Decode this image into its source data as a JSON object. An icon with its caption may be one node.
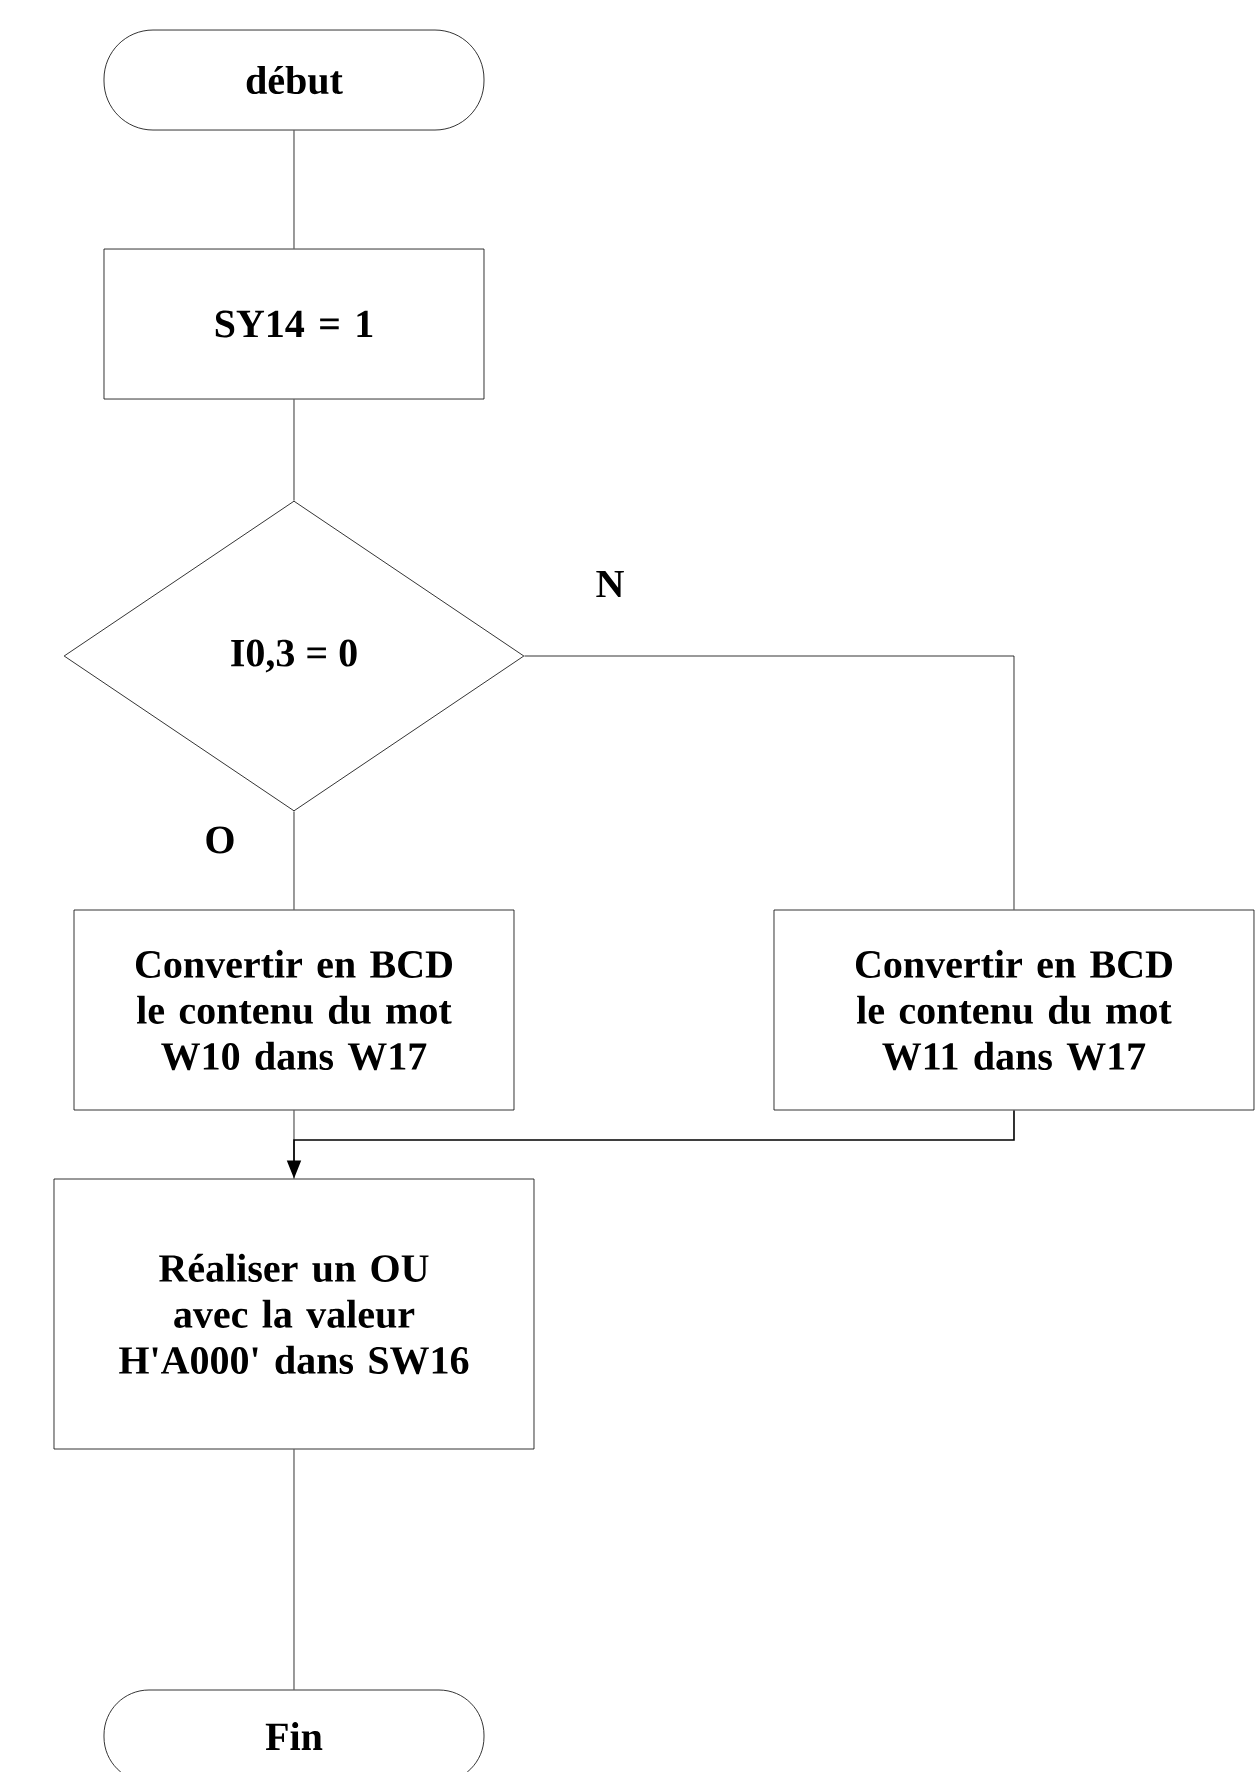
{
  "diagram": {
    "nodes": [
      {
        "text": [
          "début"
        ]
      },
      {
        "text": [
          "SY14 = 1"
        ]
      },
      {
        "text": [
          "I0,3 = 0"
        ]
      },
      {
        "text": [
          "Convertir en BCD le contenu du mot W10 dans W17"
        ]
      },
      {
        "text": [
          "Convertir en BCD le contenu du mot W11 dans W17"
        ]
      },
      {
        "text": [
          "Réaliser un OU avec la valeur H'A000' dans SW16"
        ]
      },
      {
        "text": [
          "Fin"
        ]
      }
    ],
    "edges": [
      {
        "from": 0,
        "to": 1,
        "arrow": "none"
      },
      {
        "from": 1,
        "to": 2,
        "arrow": "none"
      },
      {
        "from": 2,
        "to": 3,
        "arrow": "none",
        "label": "O"
      },
      {
        "from": 2,
        "to": 4,
        "arrow": "none",
        "label": "N"
      },
      {
        "from": 3,
        "to": 5,
        "arrow": "none"
      },
      {
        "from": 4,
        "to": 5,
        "arrow": "to"
      },
      {
        "from": 5,
        "to": 6,
        "arrow": "none"
      }
    ]
  }
}
